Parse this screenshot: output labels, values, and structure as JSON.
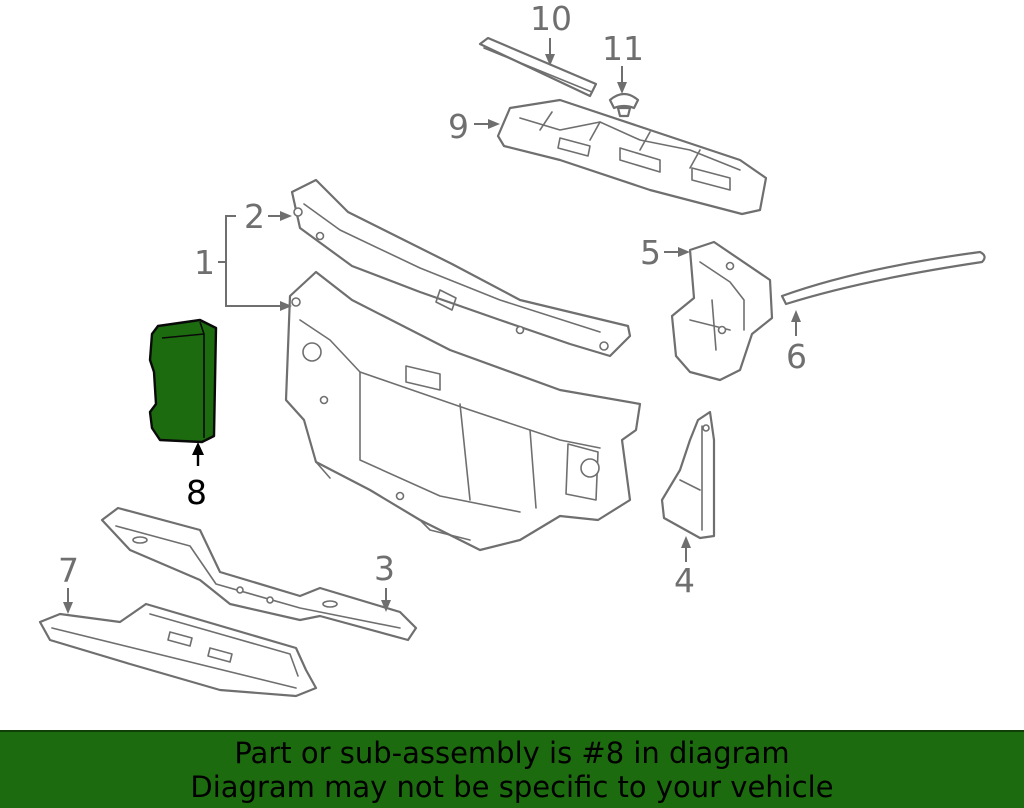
{
  "diagram": {
    "callouts": {
      "c1": "1",
      "c2": "2",
      "c3": "3",
      "c4": "4",
      "c5": "5",
      "c6": "6",
      "c7": "7",
      "c8": "8",
      "c9": "9",
      "c10": "10",
      "c11": "11"
    },
    "highlighted_callout": "8",
    "highlight_color": "#1d6b0f",
    "line_color": "#6f6f6f"
  },
  "banner": {
    "line1": "Part or sub-assembly is #8 in diagram",
    "line2": "Diagram may not be specific to your vehicle",
    "background": "#1d6b0f"
  }
}
